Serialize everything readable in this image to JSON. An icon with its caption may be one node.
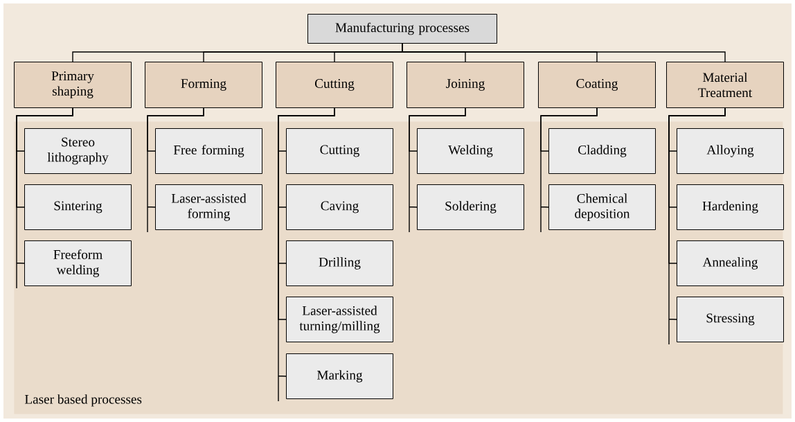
{
  "diagram": {
    "nodes": [
      {
        "text": [
          "Manufacturing processes"
        ]
      },
      {
        "text": [
          "Primary shaping"
        ]
      },
      {
        "text": [
          "Forming"
        ]
      },
      {
        "text": [
          "Cutting"
        ]
      },
      {
        "text": [
          "Joining"
        ]
      },
      {
        "text": [
          "Coating"
        ]
      },
      {
        "text": [
          "Material Treatment"
        ]
      },
      {
        "text": [
          "Laser based processes"
        ]
      },
      {
        "text": [
          "Stereo lithography"
        ],
        "in": 7
      },
      {
        "text": [
          "Sintering"
        ],
        "in": 7
      },
      {
        "text": [
          "Freeform welding"
        ],
        "in": 7
      },
      {
        "text": [
          "Free forming"
        ],
        "in": 7
      },
      {
        "text": [
          "Laser-assisted forming"
        ],
        "in": 7
      },
      {
        "text": [
          "Cutting"
        ],
        "in": 7
      },
      {
        "text": [
          "Caving"
        ],
        "in": 7
      },
      {
        "text": [
          "Drilling"
        ],
        "in": 7
      },
      {
        "text": [
          "Laser-assisted turning/milling"
        ],
        "in": 7
      },
      {
        "text": [
          "Marking"
        ],
        "in": 7
      },
      {
        "text": [
          "Welding"
        ],
        "in": 7
      },
      {
        "text": [
          "Soldering"
        ],
        "in": 7
      },
      {
        "text": [
          "Cladding"
        ],
        "in": 7
      },
      {
        "text": [
          "Chemical deposition"
        ],
        "in": 7
      },
      {
        "text": [
          "Alloying"
        ],
        "in": 7
      },
      {
        "text": [
          "Hardening"
        ],
        "in": 7
      },
      {
        "text": [
          "Annealing"
        ],
        "in": 7
      },
      {
        "text": [
          "Stressing"
        ],
        "in": 7
      }
    ],
    "edges": [
      {
        "from": 0,
        "to": 1,
        "arrow": "none"
      },
      {
        "from": 0,
        "to": 2,
        "arrow": "none"
      },
      {
        "from": 0,
        "to": 3,
        "arrow": "none"
      },
      {
        "from": 0,
        "to": 4,
        "arrow": "none"
      },
      {
        "from": 0,
        "to": 5,
        "arrow": "none"
      },
      {
        "from": 0,
        "to": 6,
        "arrow": "none"
      },
      {
        "from": 1,
        "to": 8,
        "arrow": "none"
      },
      {
        "from": 1,
        "to": 9,
        "arrow": "none"
      },
      {
        "from": 1,
        "to": 10,
        "arrow": "none"
      },
      {
        "from": 2,
        "to": 11,
        "arrow": "none"
      },
      {
        "from": 2,
        "to": 12,
        "arrow": "none"
      },
      {
        "from": 3,
        "to": 13,
        "arrow": "none"
      },
      {
        "from": 3,
        "to": 14,
        "arrow": "none"
      },
      {
        "from": 3,
        "to": 15,
        "arrow": "none"
      },
      {
        "from": 3,
        "to": 16,
        "arrow": "none"
      },
      {
        "from": 3,
        "to": 17,
        "arrow": "none"
      },
      {
        "from": 4,
        "to": 18,
        "arrow": "none"
      },
      {
        "from": 4,
        "to": 19,
        "arrow": "none"
      },
      {
        "from": 5,
        "to": 20,
        "arrow": "none"
      },
      {
        "from": 5,
        "to": 21,
        "arrow": "none"
      },
      {
        "from": 6,
        "to": 22,
        "arrow": "none"
      },
      {
        "from": 6,
        "to": 23,
        "arrow": "none"
      },
      {
        "from": 6,
        "to": 24,
        "arrow": "none"
      },
      {
        "from": 6,
        "to": 25,
        "arrow": "none"
      }
    ]
  }
}
